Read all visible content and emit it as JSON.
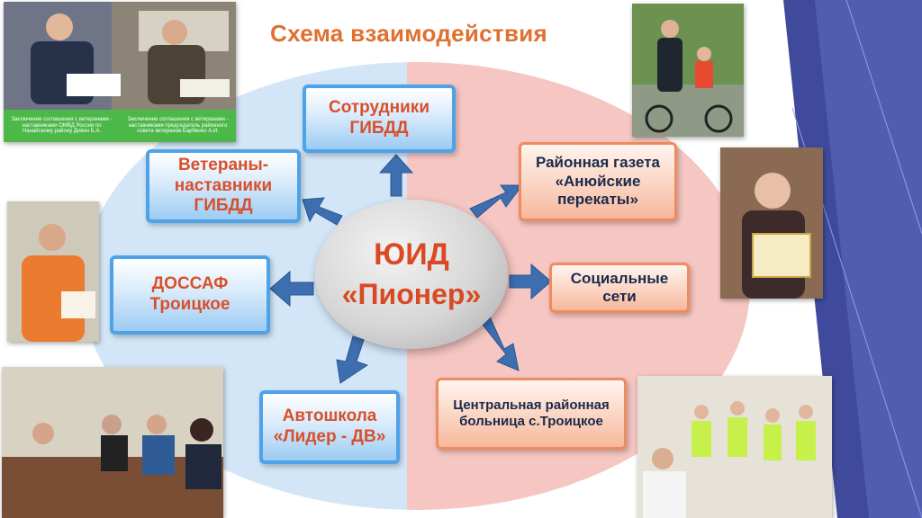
{
  "title": "Схема взаимодействия",
  "center": {
    "line1": "ЮИД",
    "line2": "«Пионер»"
  },
  "nodes": {
    "gibdd": "Сотрудники ГИБДД",
    "veterans": "Ветераны- наставники ГИБДД",
    "dosaaf": "ДОССАФ Троицкое",
    "autoschool": "Автошкола «Лидер - ДВ»",
    "newspaper": "Районная газета «Анюйские перекаты»",
    "social": "Социальные сети",
    "hospital": "Центральная районная больница с.Троицкое"
  },
  "photo_captions": {
    "left": "Заключение соглашения с ветеранами - наставниками ОМВД России по Нанайскому району Довен Б.А.",
    "right": "Заключение соглашения с ветеранами - наставниками председатель районного совета ветеранов Барбенко А.И."
  },
  "colors": {
    "title": "#e0702f",
    "blue_box_border": "#4ea2e8",
    "red_box_border": "#ee8b5f",
    "arrow": "#3d6fb0",
    "ellipse_left": "#d3e6f7",
    "ellipse_right": "#f6c6c2"
  }
}
